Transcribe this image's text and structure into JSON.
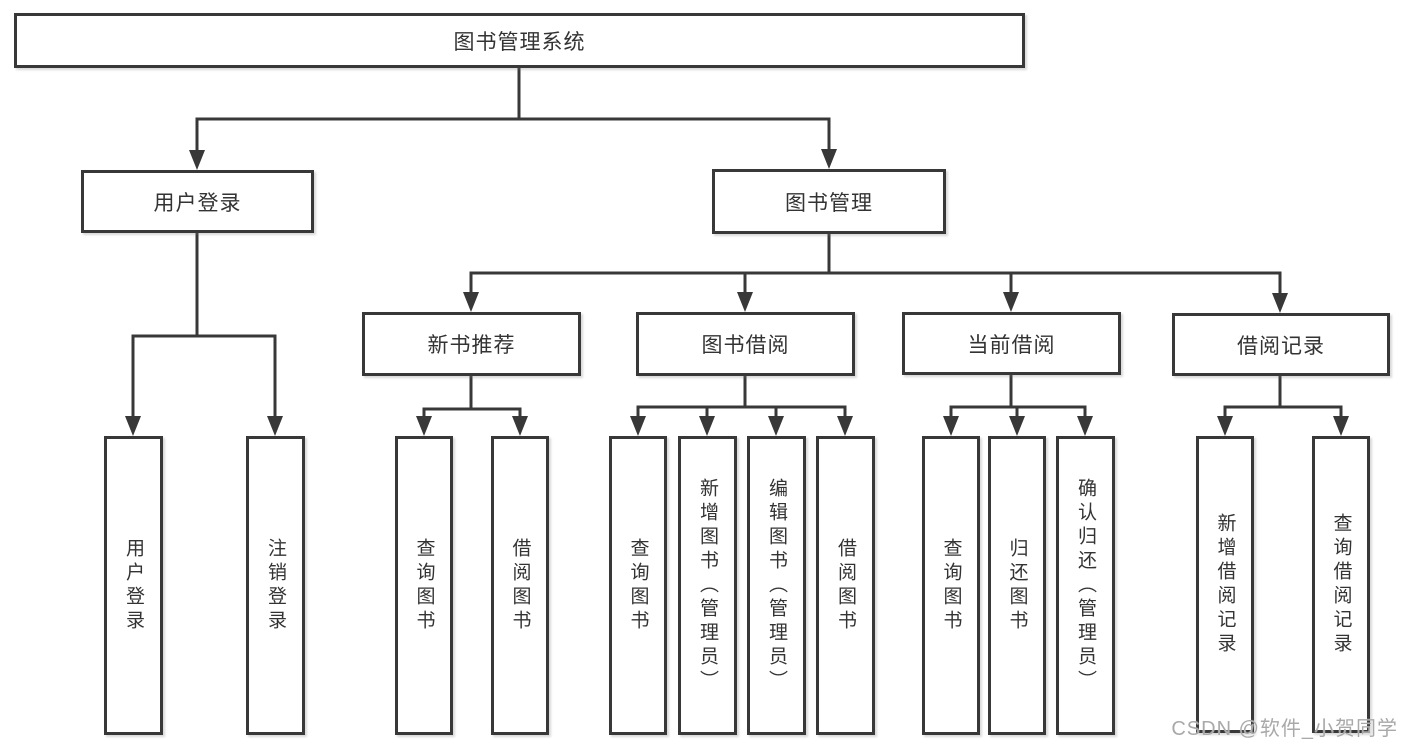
{
  "diagram": {
    "type": "hierarchy",
    "tree": {
      "label": "图书管理系统",
      "children": [
        {
          "label": "用户登录",
          "children": [
            {
              "label": "用户登录"
            },
            {
              "label": "注销登录"
            }
          ]
        },
        {
          "label": "图书管理",
          "children": [
            {
              "label": "新书推荐",
              "children": [
                {
                  "label": "查询图书"
                },
                {
                  "label": "借阅图书"
                }
              ]
            },
            {
              "label": "图书借阅",
              "children": [
                {
                  "label": "查询图书"
                },
                {
                  "label": "新增图书（管理员）"
                },
                {
                  "label": "编辑图书（管理员）"
                },
                {
                  "label": "借阅图书"
                }
              ]
            },
            {
              "label": "当前借阅",
              "children": [
                {
                  "label": "查询图书"
                },
                {
                  "label": "归还图书"
                },
                {
                  "label": "确认归还（管理员）"
                }
              ]
            },
            {
              "label": "借阅记录",
              "children": [
                {
                  "label": "新增借阅记录"
                },
                {
                  "label": "查询借阅记录"
                }
              ]
            }
          ]
        }
      ]
    },
    "colors": {
      "line": "#383838",
      "box_border": "#383838",
      "box_fill": "#ffffff",
      "text": "#333333",
      "watermark": "#a9a9a9",
      "background": "#ffffff"
    }
  },
  "watermark": {
    "text": "CSDN @软件_小贺同学"
  }
}
